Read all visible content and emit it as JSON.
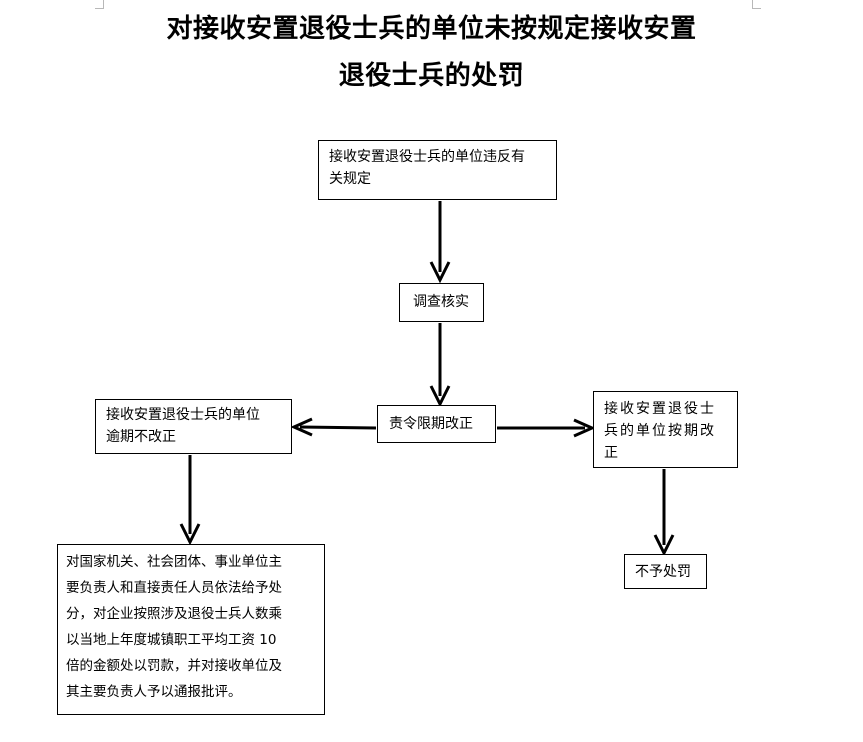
{
  "title": {
    "line1": "对接收安置退役士兵的单位未按规定接收安置",
    "line2": "退役士兵的处罚"
  },
  "nodes": {
    "start": {
      "line1": "接收安置退役士兵的单位违反有",
      "line2": "关规定"
    },
    "investigate": {
      "text": "调查核实"
    },
    "order": {
      "text": "责令限期改正"
    },
    "overdue": {
      "line1": "接收安置退役士兵的单位",
      "line2": "逾期不改正"
    },
    "corrected": {
      "line1": "接收安置退役士",
      "line2": "兵的单位按期改",
      "line3": "正"
    },
    "penalty": {
      "line1": "对国家机关、社会团体、事业单位主",
      "line2": "要负责人和直接责任人员依法给予处",
      "line3": "分，对企业按照涉及退役士兵人数乘",
      "line4": "以当地上年度城镇职工平均工资 10",
      "line5": "倍的金额处以罚款，并对接收单位及",
      "line6": "其主要负责人予以通报批评。"
    },
    "no_penalty": {
      "text": "不予处罚"
    }
  },
  "colors": {
    "line": "#000000",
    "background": "#ffffff"
  }
}
